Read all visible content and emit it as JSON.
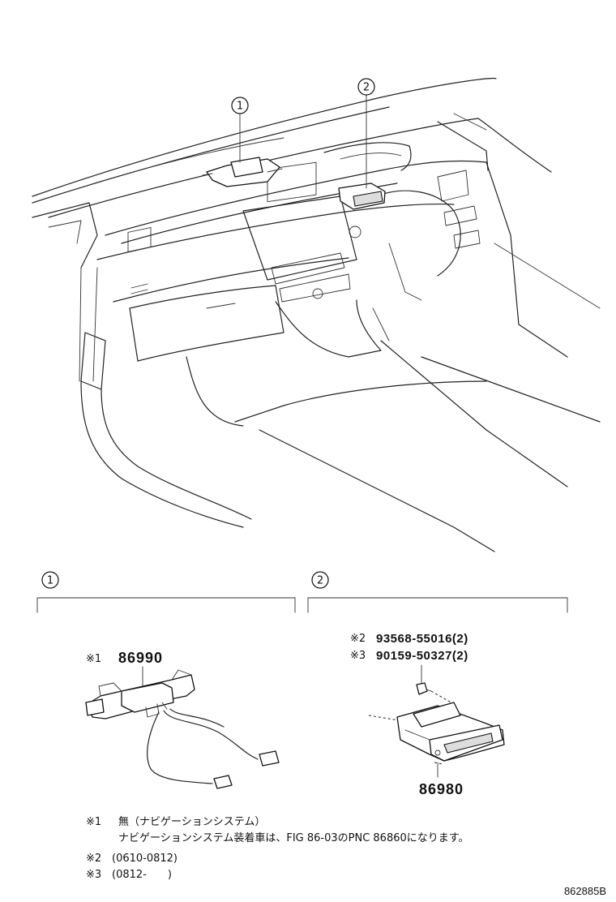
{
  "callouts": {
    "one": "1",
    "two": "2"
  },
  "section1": {
    "mark": "※1",
    "part_number": "86990"
  },
  "section2": {
    "mark2": "※2",
    "part2": "93568-55016(2)",
    "mark3": "※3",
    "part3": "90159-50327(2)",
    "main_part": "86980"
  },
  "notes": {
    "n1_mark": "※1",
    "n1_line1": "無（ナビゲーションシステム）",
    "n1_line2": "ナビゲーションシステム装着車は、FIG 86-03のPNC 86860になります。",
    "n2_mark": "※2",
    "n2_text": "(0610-0812)",
    "n3_mark": "※3",
    "n3_text": "(0812-　　)"
  },
  "figure_id": "862885B"
}
